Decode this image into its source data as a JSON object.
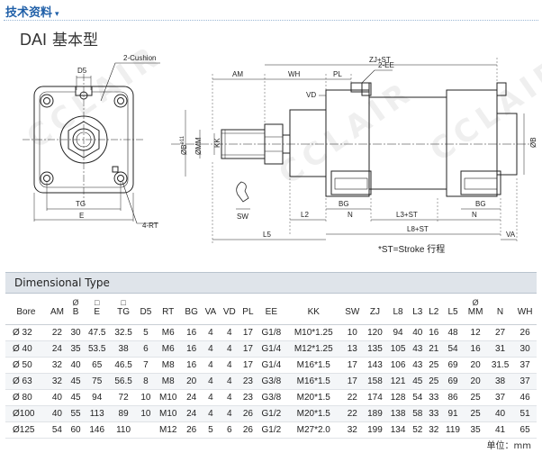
{
  "header": {
    "section_label": "技术资料",
    "caret": "▾"
  },
  "model": {
    "code": "DAI",
    "name": "基本型"
  },
  "watermark": "CCLAIR",
  "drawing_labels": {
    "cushion": "2-Cushion",
    "d5": "D5",
    "tg1": "TG",
    "tg2": "TG",
    "e": "E",
    "rt": "4-RT",
    "am": "AM",
    "wh": "WH",
    "pl": "PL",
    "zjst": "ZJ+ST",
    "ee": "2-EE",
    "vd": "VD",
    "mm": "ØMM",
    "b_f11": "ØB",
    "b_f11_sup": "e11",
    "kk": "KK",
    "b_right": "ØB",
    "sw": "SW",
    "l2": "L2",
    "bg": "BG",
    "n1": "N",
    "l3st": "L3+ST",
    "n2": "N",
    "l5": "L5",
    "l8st": "L8+ST",
    "va": "VA",
    "st_note": "*ST=Stroke  行程"
  },
  "table": {
    "title": "Dimensional Type",
    "columns": [
      {
        "label": "Bore",
        "sym": ""
      },
      {
        "label": "AM",
        "sym": ""
      },
      {
        "label": "B",
        "sym": "Ø"
      },
      {
        "label": "E",
        "sym": "□"
      },
      {
        "label": "TG",
        "sym": "□"
      },
      {
        "label": "D5",
        "sym": ""
      },
      {
        "label": "RT",
        "sym": ""
      },
      {
        "label": "BG",
        "sym": ""
      },
      {
        "label": "VA",
        "sym": ""
      },
      {
        "label": "VD",
        "sym": ""
      },
      {
        "label": "PL",
        "sym": ""
      },
      {
        "label": "EE",
        "sym": ""
      },
      {
        "label": "KK",
        "sym": ""
      },
      {
        "label": "SW",
        "sym": ""
      },
      {
        "label": "ZJ",
        "sym": ""
      },
      {
        "label": "L8",
        "sym": ""
      },
      {
        "label": "L3",
        "sym": ""
      },
      {
        "label": "L2",
        "sym": ""
      },
      {
        "label": "L5",
        "sym": ""
      },
      {
        "label": "MM",
        "sym": "Ø"
      },
      {
        "label": "N",
        "sym": ""
      },
      {
        "label": "WH",
        "sym": ""
      }
    ],
    "rows": [
      [
        "Ø 32",
        "22",
        "30",
        "47.5",
        "32.5",
        "5",
        "M6",
        "16",
        "4",
        "4",
        "17",
        "G1/8",
        "M10*1.25",
        "10",
        "120",
        "94",
        "40",
        "16",
        "48",
        "12",
        "27",
        "26"
      ],
      [
        "Ø 40",
        "24",
        "35",
        "53.5",
        "38",
        "6",
        "M6",
        "16",
        "4",
        "4",
        "17",
        "G1/4",
        "M12*1.25",
        "13",
        "135",
        "105",
        "43",
        "21",
        "54",
        "16",
        "31",
        "30"
      ],
      [
        "Ø 50",
        "32",
        "40",
        "65",
        "46.5",
        "7",
        "M8",
        "16",
        "4",
        "4",
        "17",
        "G1/4",
        "M16*1.5",
        "17",
        "143",
        "106",
        "43",
        "25",
        "69",
        "20",
        "31.5",
        "37"
      ],
      [
        "Ø 63",
        "32",
        "45",
        "75",
        "56.5",
        "8",
        "M8",
        "20",
        "4",
        "4",
        "23",
        "G3/8",
        "M16*1.5",
        "17",
        "158",
        "121",
        "45",
        "25",
        "69",
        "20",
        "38",
        "37"
      ],
      [
        "Ø 80",
        "40",
        "45",
        "94",
        "72",
        "10",
        "M10",
        "24",
        "4",
        "4",
        "23",
        "G3/8",
        "M20*1.5",
        "22",
        "174",
        "128",
        "54",
        "33",
        "86",
        "25",
        "37",
        "46"
      ],
      [
        "Ø100",
        "40",
        "55",
        "113",
        "89",
        "10",
        "M10",
        "24",
        "4",
        "4",
        "26",
        "G1/2",
        "M20*1.5",
        "22",
        "189",
        "138",
        "58",
        "33",
        "91",
        "25",
        "40",
        "51"
      ],
      [
        "Ø125",
        "54",
        "60",
        "146",
        "110",
        "",
        "M12",
        "26",
        "5",
        "6",
        "26",
        "G1/2",
        "M27*2.0",
        "32",
        "199",
        "134",
        "52",
        "32",
        "119",
        "35",
        "41",
        "65"
      ]
    ]
  },
  "unit_note": "单位：mm"
}
